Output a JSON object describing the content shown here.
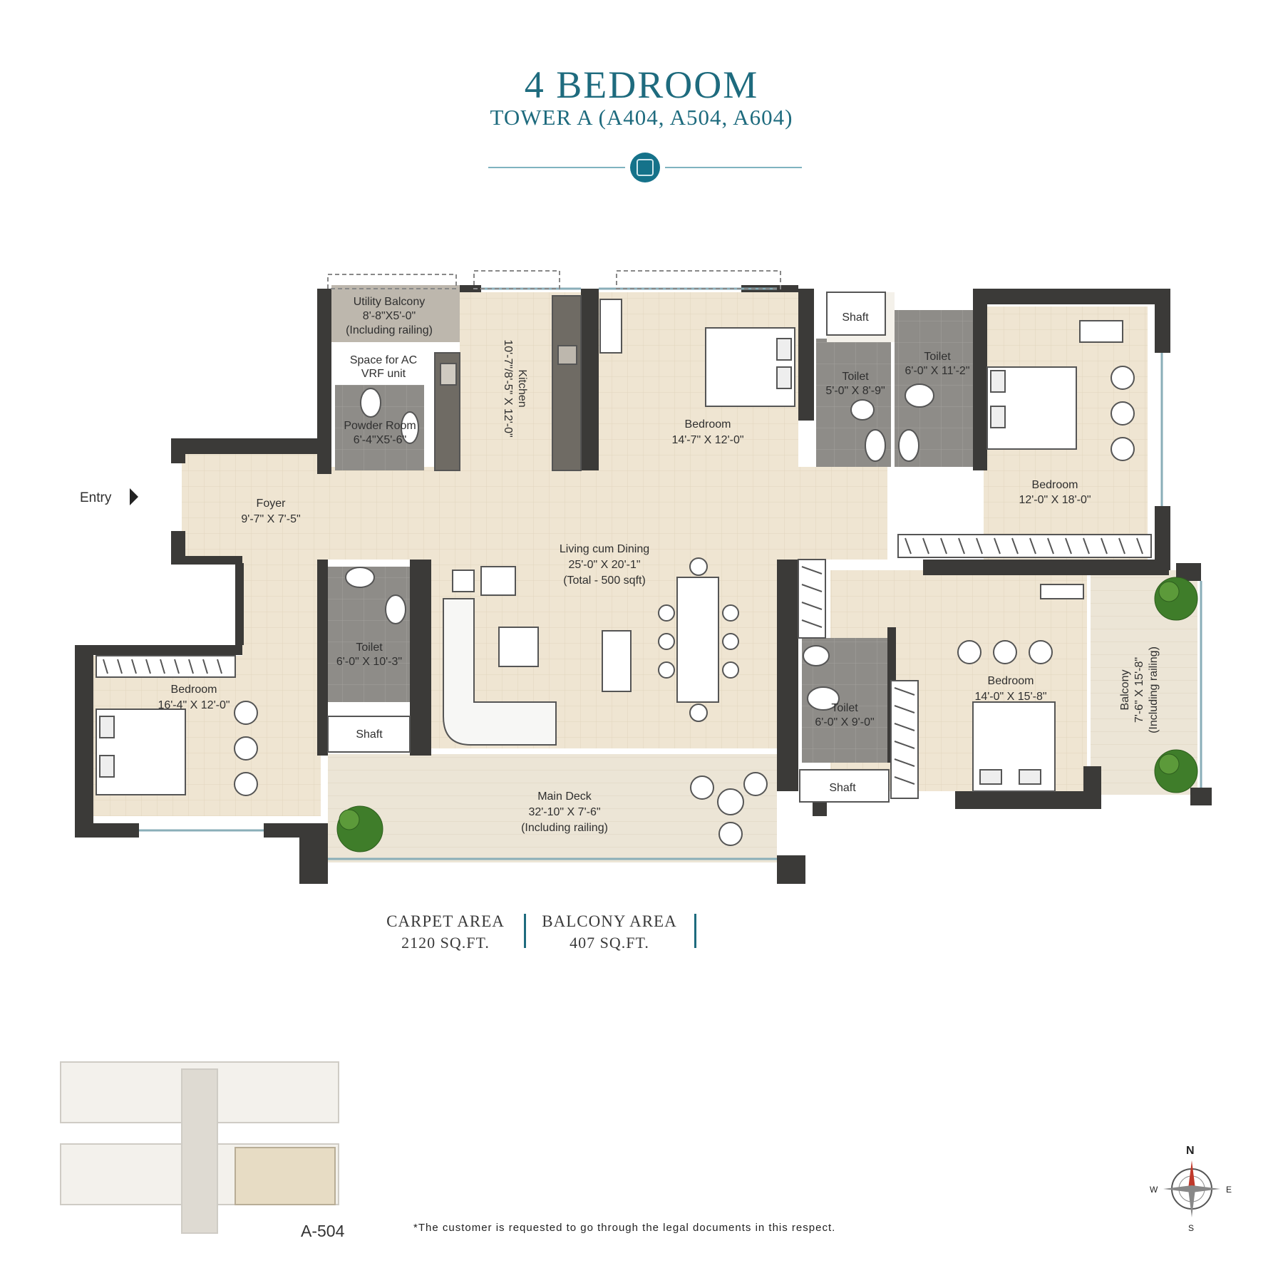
{
  "header": {
    "title": "4 BEDROOM",
    "subtitle": "TOWER A (A404, A504, A604)"
  },
  "colors": {
    "accent": "#1e6b7e",
    "wall": "#3b3a38",
    "floor_tile": "#efe5d2",
    "bath_tile": "#8e8c88",
    "plant": "#3f7d2a"
  },
  "entry": {
    "label": "Entry"
  },
  "rooms": {
    "utility_balcony": {
      "name": "Utility Balcony",
      "size": "8'-8\"X5'-0\"",
      "note": "(Including railing)"
    },
    "ac_space": {
      "line1": "Space for AC",
      "line2": "VRF unit"
    },
    "powder_room": {
      "name": "Powder Room",
      "size": "6'-4\"X5'-6\""
    },
    "kitchen": {
      "name": "Kitchen",
      "size": "10'-7\"/8'-5\" X 12'-0\""
    },
    "bedroom_top": {
      "name": "Bedroom",
      "size": "14'-7\" X 12'-0\""
    },
    "shaft_top": {
      "name": "Shaft"
    },
    "toilet_top_left": {
      "name": "Toilet",
      "size": "5'-0\" X 8'-9\""
    },
    "toilet_top_right": {
      "name": "Toilet",
      "size": "6'-0\" X 11'-2\""
    },
    "bedroom_right": {
      "name": "Bedroom",
      "size": "12'-0\" X 18'-0\""
    },
    "foyer": {
      "name": "Foyer",
      "size": "9'-7\" X 7'-5\""
    },
    "living": {
      "name": "Living cum Dining",
      "size": "25'-0\" X 20'-1\"",
      "note": "(Total - 500 sqft)"
    },
    "toilet_center": {
      "name": "Toilet",
      "size": "6'-0\" X 10'-3\""
    },
    "shaft_center": {
      "name": "Shaft"
    },
    "bedroom_left": {
      "name": "Bedroom",
      "size": "16'-4\" X 12'-0\""
    },
    "main_deck": {
      "name": "Main Deck",
      "size": "32'-10\" X 7'-6\"",
      "note": "(Including railing)"
    },
    "bedroom_lower_right": {
      "name": "Bedroom",
      "size": "14'-0\" X 15'-8\""
    },
    "toilet_lower_right": {
      "name": "Toilet",
      "size": "6'-0\" X 9'-0\""
    },
    "shaft_lower_right": {
      "name": "Shaft"
    },
    "balcony": {
      "name": "Balcony",
      "size": "7'-6\" X 15'-8\"",
      "note": "(Including railing)"
    }
  },
  "areas": {
    "carpet_label": "CARPET AREA",
    "carpet_value": "2120 SQ.FT.",
    "balcony_label": "BALCONY AREA",
    "balcony_value": "407 SQ.FT."
  },
  "key_plan": {
    "label": "A-504"
  },
  "disclaimer": "*The customer is requested to go through the legal documents in this respect.",
  "compass": {
    "north": "N",
    "south": "S",
    "east": "E",
    "west": "W"
  }
}
